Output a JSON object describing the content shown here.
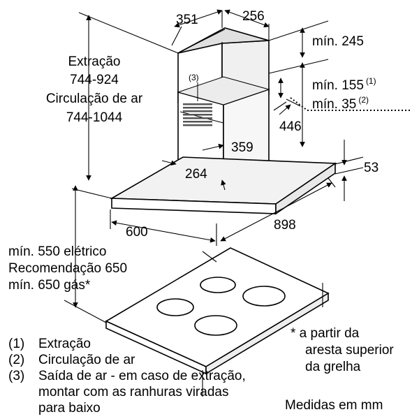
{
  "labels": {
    "extracao_title": "Extração",
    "extracao_range": "744-924",
    "circulacao_title": "Circulação de ar",
    "circulacao_range": "744-1044",
    "d351": "351",
    "d256": "256",
    "min245": "mín. 245",
    "min155": "mín. 155",
    "min155_note": "(1)",
    "min35": "mín. 35",
    "min35_note": "(2)",
    "d446": "446",
    "d53": "53",
    "d359": "359",
    "d264": "264",
    "d600": "600",
    "d898": "898",
    "callout3": "(3)",
    "min550": "mín. 550 elétrico",
    "recomendacao": "Recomendação 650",
    "min650gas": "mín. 650 gás*",
    "footnote_line1": "* a partir da",
    "footnote_line2": "aresta superior",
    "footnote_line3": "da grelha",
    "units": "Medidas em mm"
  },
  "legend": [
    {
      "num": "(1)",
      "text": "Extração"
    },
    {
      "num": "(2)",
      "text": "Circulação de ar"
    },
    {
      "num": "(3)",
      "text": "Saída de ar - em caso de extração,"
    }
  ],
  "legend_cont": [
    "montar com as ranhuras viradas",
    "para baixo"
  ]
}
